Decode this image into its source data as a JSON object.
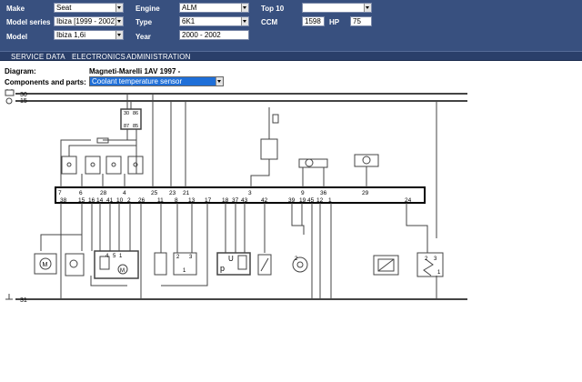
{
  "header": {
    "make_label": "Make",
    "make_value": "Seat",
    "model_series_label": "Model series",
    "model_series_value": "Ibiza [1999 - 2002]",
    "model_label": "Model",
    "model_value": "Ibiza 1,6i",
    "engine_label": "Engine",
    "engine_value": "ALM",
    "type_label": "Type",
    "type_value": "6K1",
    "year_label": "Year",
    "year_value": "2000 - 2002",
    "top10_label": "Top 10",
    "top10_value": "",
    "ccm_label": "CCM",
    "ccm_value": "1598",
    "hp_label": "HP",
    "hp_value": "75"
  },
  "nav": {
    "service_data": "SERVICE DATA",
    "electronics": "ELECTRONICS",
    "administration": "ADMINISTRATION"
  },
  "info": {
    "diagram_label": "Diagram:",
    "diagram_value": "Magneti-Marelli 1AV 1997 -",
    "components_label": "Components and parts:",
    "components_value": "Coolant temperature sensor"
  },
  "diagram": {
    "rail_30": "30",
    "rail_15": "15",
    "rail_31": "31",
    "relay_pins": [
      "30",
      "86",
      "87",
      "85"
    ],
    "pins_top": [
      "7",
      "6",
      "28",
      "4",
      "25",
      "23",
      "21",
      "3",
      "9",
      "36",
      "29"
    ],
    "pins_bottom": [
      "38",
      "15",
      "16",
      "14",
      "41",
      "10",
      "2",
      "26",
      "11",
      "8",
      "13",
      "17",
      "18",
      "37",
      "43",
      "42",
      "39",
      "19",
      "45",
      "12",
      "1",
      "24"
    ],
    "motor_label": "M",
    "valve_pins": [
      "4",
      "5",
      "1"
    ],
    "pressure_label": "p",
    "pressure_u_label": "U",
    "component_small": [
      "2",
      "1",
      "3",
      "2",
      "3",
      "1",
      "2",
      "3"
    ]
  }
}
